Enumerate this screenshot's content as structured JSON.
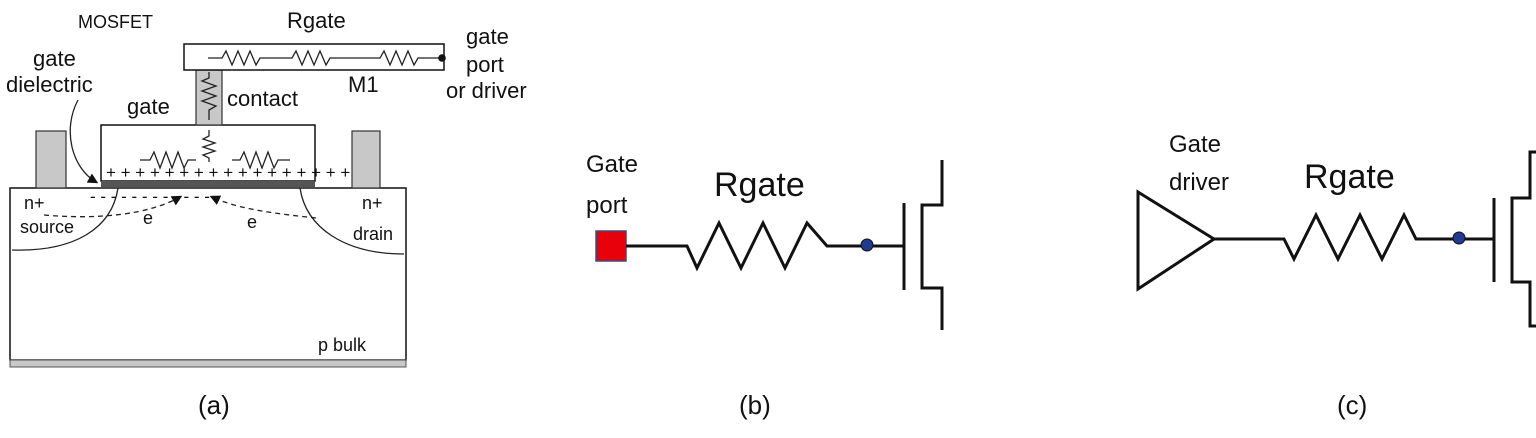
{
  "panel_a": {
    "labels": {
      "mosfet": "MOSFET",
      "rgate": "Rgate",
      "gate_port_line1": "gate",
      "gate_port_line2": "port",
      "gate_port_line3": "or driver",
      "gate_dielectric_line1": "gate",
      "gate_dielectric_line2": "dielectric",
      "gate": "gate",
      "contact": "contact",
      "m1": "M1",
      "source_line1": "n+",
      "source_line2": "source",
      "drain_line1": "n+",
      "drain_line2": "drain",
      "electron_left": "e",
      "electron_right": "e",
      "bulk": "p bulk",
      "plus_row": "+ + + + + + + + + + + + + + + + +",
      "minus_row": "-  -  -  -  -  -  -  -  -  -  -  -"
    },
    "caption": "(a)"
  },
  "panel_b": {
    "labels": {
      "gate_port_line1": "Gate",
      "gate_port_line2": "port",
      "rgate": "Rgate"
    },
    "caption": "(b)",
    "colors": {
      "port": "#e8000b",
      "node": "#1f3a93"
    }
  },
  "panel_c": {
    "labels": {
      "gate_driver_line1": "Gate",
      "gate_driver_line2": "driver",
      "rgate": "Rgate"
    },
    "caption": "(c)",
    "colors": {
      "node": "#1f3a93"
    }
  }
}
